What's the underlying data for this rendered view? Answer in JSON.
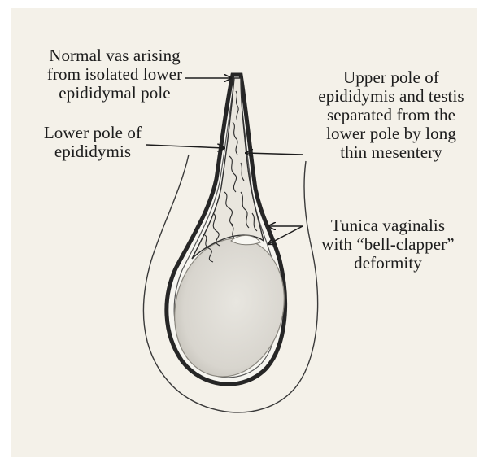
{
  "labels": {
    "normal_vas": "Normal vas arising\nfrom isolated lower\nepididymal pole",
    "lower_pole": "Lower pole of\nepididymis",
    "upper_pole": "Upper pole of\nepididymis and testis\nseparated from the\nlower pole by long\nthin mesentery",
    "tunica": "Tunica vaginalis\nwith “bell-clapper”\ndeformity"
  },
  "colors": {
    "paper": "#f4f1e9",
    "ink": "#1d1d1d",
    "testis_fill": "#dedbd4",
    "tunica_dark": "#2a2a2a"
  }
}
